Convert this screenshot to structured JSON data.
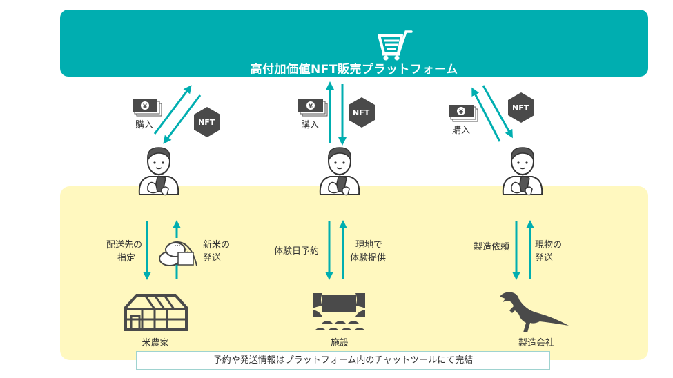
{
  "platform": {
    "title": "高付加価値NFT販売プラットフォーム",
    "icon": "shopping-cart-icon"
  },
  "colors": {
    "accent": "#00aeb0",
    "panel": "#fff8bf",
    "icon_dark": "#4a4a4a",
    "footer_border": "#9fd3d0"
  },
  "columns": [
    {
      "purchase_label": "購入",
      "nft_badge": "NFT",
      "down_label_line1": "配送先の",
      "down_label_line2": "指定",
      "up_label_line1": "新米の",
      "up_label_line2": "発送",
      "party": "米農家",
      "party_icon": "greenhouse-icon",
      "extra_icon": "rice-bag-icon"
    },
    {
      "purchase_label": "購入",
      "nft_badge": "NFT",
      "down_label_line1": "体験日予約",
      "up_label_line1": "現地で",
      "up_label_line2": "体験提供",
      "party": "施設",
      "party_icon": "theater-icon"
    },
    {
      "purchase_label": "購入",
      "nft_badge": "NFT",
      "down_label_line1": "製造依頼",
      "up_label_line1": "現物の",
      "up_label_line2": "発送",
      "party": "製造会社",
      "party_icon": "dinosaur-icon"
    }
  ],
  "footer": {
    "note": "予約や発送情報はプラットフォーム内のチャットツールにて完結"
  }
}
